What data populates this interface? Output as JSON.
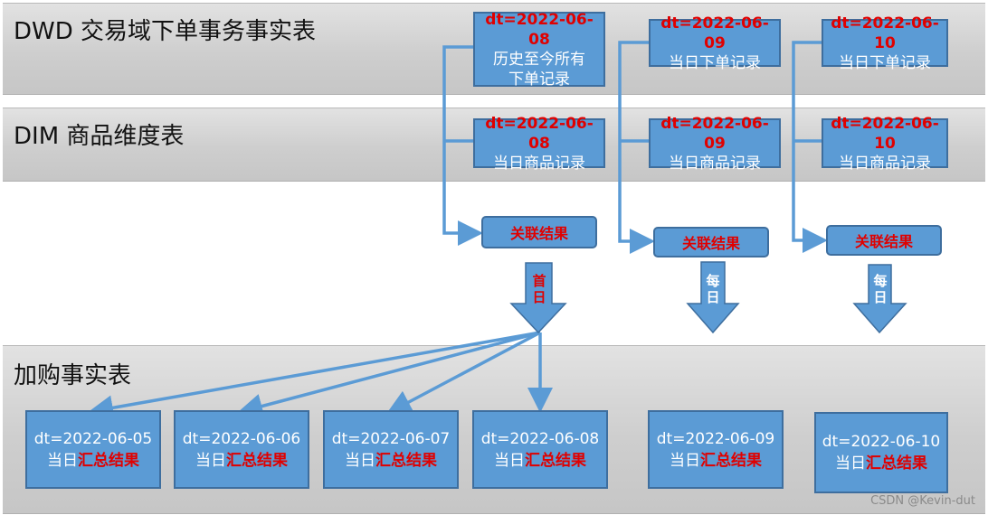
{
  "bands": {
    "dwd": "DWD 交易域下单事务事实表",
    "dim": "DIM 商品维度表",
    "fact": "加购事实表"
  },
  "dwd_boxes": [
    {
      "dt": "dt=2022-06-08",
      "text1": "历史至今所有",
      "text2": "下单记录"
    },
    {
      "dt": "dt=2022-06-09",
      "text1": "当日下单记录",
      "text2": ""
    },
    {
      "dt": "dt=2022-06-10",
      "text1": "当日下单记录",
      "text2": ""
    }
  ],
  "dim_boxes": [
    {
      "dt": "dt=2022-06-08",
      "text1": "当日商品记录"
    },
    {
      "dt": "dt=2022-06-09",
      "text1": "当日商品记录"
    },
    {
      "dt": "dt=2022-06-10",
      "text1": "当日商品记录"
    }
  ],
  "assoc_label": "关联结果",
  "arrow_labels": [
    {
      "line1": "首",
      "line2": "日"
    },
    {
      "line1": "每",
      "line2": "日"
    },
    {
      "line1": "每",
      "line2": "日"
    }
  ],
  "results": [
    {
      "dt": "dt=2022-06-05",
      "prefix": "当日",
      "highlight": "汇总结果"
    },
    {
      "dt": "dt=2022-06-06",
      "prefix": "当日",
      "highlight": "汇总结果"
    },
    {
      "dt": "dt=2022-06-07",
      "prefix": "当日",
      "highlight": "汇总结果"
    },
    {
      "dt": "dt=2022-06-08",
      "prefix": "当日",
      "highlight": "汇总结果"
    },
    {
      "dt": "dt=2022-06-09",
      "prefix": "当日",
      "highlight": "汇总结果"
    },
    {
      "dt": "dt=2022-06-10",
      "prefix": "当日",
      "highlight": "汇总结果"
    }
  ],
  "watermark": "CSDN @Kevin-dut",
  "colors": {
    "box": "#5b9bd5",
    "box_border": "#3e6e9e",
    "highlight": "#e00000",
    "arrow": "#5b9bd5"
  }
}
